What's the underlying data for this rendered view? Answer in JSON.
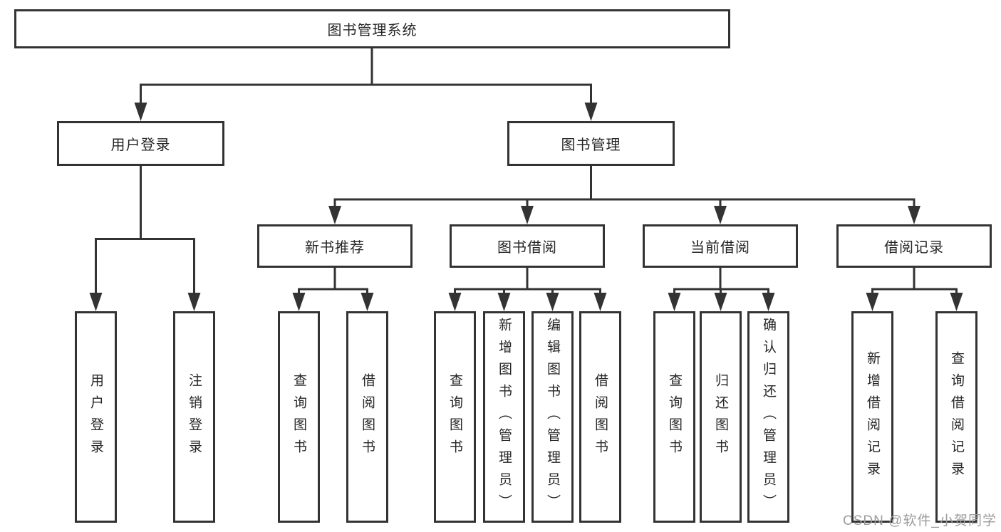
{
  "tree": {
    "label": "图书管理系统",
    "children": [
      {
        "label": "用户登录",
        "children": [
          {
            "label": "用户登录"
          },
          {
            "label": "注销登录"
          }
        ]
      },
      {
        "label": "图书管理",
        "children": [
          {
            "label": "新书推荐",
            "children": [
              {
                "label": "查询图书"
              },
              {
                "label": "借阅图书"
              }
            ]
          },
          {
            "label": "图书借阅",
            "children": [
              {
                "label": "查询图书"
              },
              {
                "label": "新增图书（管理员）"
              },
              {
                "label": "编辑图书（管理员）"
              },
              {
                "label": "借阅图书"
              }
            ]
          },
          {
            "label": "当前借阅",
            "children": [
              {
                "label": "查询图书"
              },
              {
                "label": "归还图书"
              },
              {
                "label": "确认归还（管理员）"
              }
            ]
          },
          {
            "label": "借阅记录",
            "children": [
              {
                "label": "新增借阅记录"
              },
              {
                "label": "查询借阅记录"
              }
            ]
          }
        ]
      }
    ]
  },
  "watermark": {
    "text": "CSDN @软件_小贺同学"
  },
  "colors": {
    "line": "#333333",
    "text": "#262626",
    "watermark": "#9c9c9c",
    "background": "#ffffff"
  }
}
